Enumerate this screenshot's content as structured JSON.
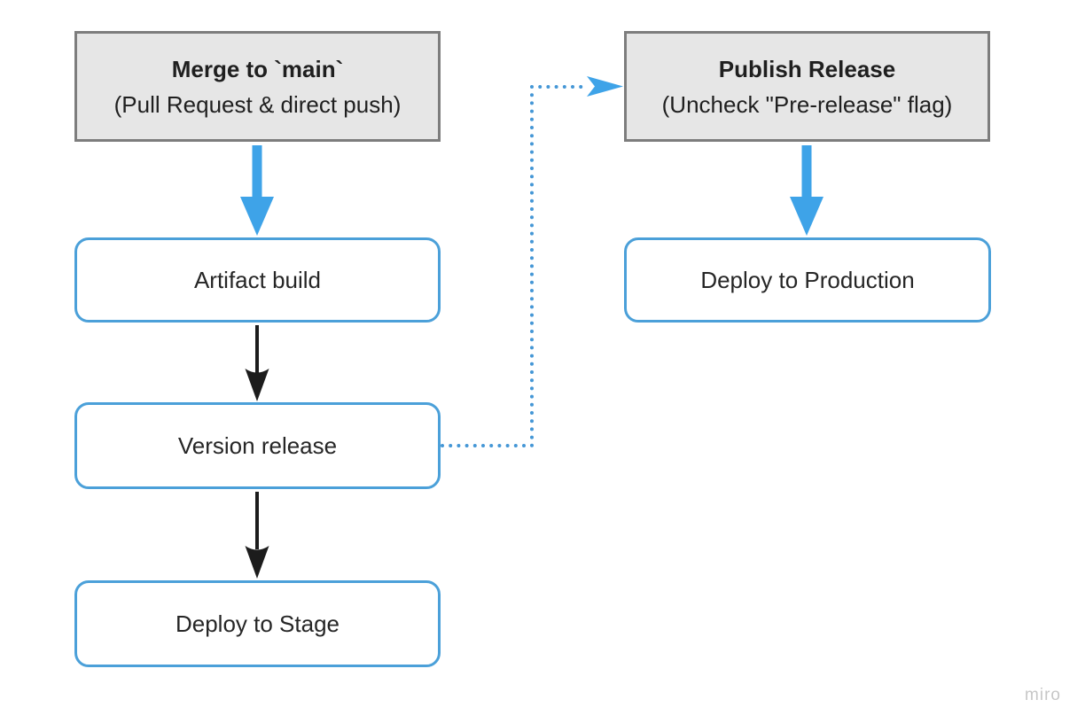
{
  "canvas": {
    "watermark": "miro",
    "colors": {
      "arrow_blue": "#3ea3e8",
      "node_blue_border": "#4ba0d9",
      "dotted_connector_blue": "#4597d6",
      "node_gray_bg": "#e6e6e6",
      "node_gray_border": "#7d7d7d",
      "arrow_black": "#1c1c1c",
      "text": "#1f1f1f",
      "watermark_gray": "#c7c7c7",
      "background": "#ffffff"
    }
  },
  "nodes": {
    "merge_main": {
      "title": "Merge to `main`",
      "subtitle": "(Pull Request & direct push)"
    },
    "publish_release": {
      "title": "Publish Release",
      "subtitle": "(Uncheck \"Pre-release\" flag)"
    },
    "artifact_build": {
      "label": "Artifact build"
    },
    "version_release": {
      "label": "Version release"
    },
    "deploy_stage": {
      "label": "Deploy to Stage"
    },
    "deploy_production": {
      "label": "Deploy to Production"
    }
  },
  "connectors": {
    "merge_to_artifact": {
      "style": "solid-thick",
      "color": "#3ea3e8"
    },
    "publish_to_production": {
      "style": "solid-thick",
      "color": "#3ea3e8"
    },
    "artifact_to_version": {
      "style": "solid-thin",
      "color": "#1c1c1c"
    },
    "version_to_stage": {
      "style": "solid-thin",
      "color": "#1c1c1c"
    },
    "version_to_publish": {
      "style": "dotted",
      "color": "#4597d6"
    }
  }
}
